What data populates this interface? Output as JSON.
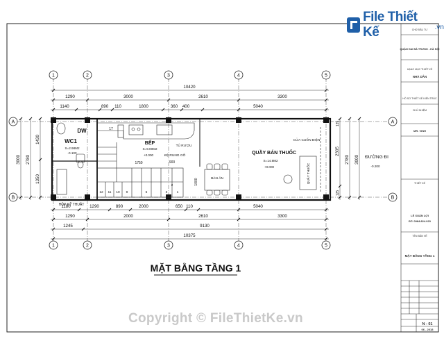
{
  "logo": {
    "brand": "File Thiết Kế",
    "suffix": ".vn"
  },
  "copyright": "Copyright © FileThietKe.vn",
  "drawing": {
    "title": "MẶT BẰNG TẦNG 1",
    "axes_vertical": [
      "1",
      "2",
      "3",
      "4",
      "5"
    ],
    "axes_horizontal": [
      "A",
      "B"
    ],
    "dims_top": {
      "overall": "10420",
      "row1": [
        "1290",
        "3000",
        "2610",
        "3300"
      ],
      "row2": [
        "1140",
        "890",
        "110",
        "1800",
        "360",
        "400",
        "5040"
      ]
    },
    "dims_bottom": {
      "row1": [
        "1180",
        "1290",
        "890",
        "2000",
        "650",
        "110",
        "2610",
        "5040",
        "3300"
      ],
      "row2": [
        "1245",
        "9130"
      ],
      "overall": "10375"
    },
    "dims_left": [
      "3000",
      "2780",
      "1430",
      "1350"
    ],
    "dims_right": [
      "2305",
      "2780",
      "3000",
      "135",
      "125"
    ],
    "rooms": {
      "wc": {
        "name": "WC1",
        "area": "S=2.98M2",
        "level": "-0.100"
      },
      "kitchen": {
        "name": "BẾP",
        "area": "S=9.00M2",
        "level": "+0.000"
      },
      "shop": {
        "name": "QUẦY BÁN THUỐC",
        "area": "S=14.8M2",
        "level": "+0.000"
      },
      "street": {
        "name": "ĐƯỜNG ĐI",
        "level": "-0.200"
      }
    },
    "labels": {
      "dw": "DW",
      "tu_ruou": "TỦ RƯỢU",
      "ke_rung_go": "KỆ RUNG GỖ",
      "ban_an": "BÀN ĂN",
      "cua_cuon": "CỬA CUỐN ĐIỆN",
      "quay_thuoc": "QUẦY THUỐC",
      "hop_ky_thuat": "HỘP KỸ THUẬT",
      "stair_17": "17",
      "stair_steps": [
        "12",
        "11",
        "10",
        "9",
        "5",
        "3",
        "2",
        "1"
      ],
      "dim_900": "900",
      "dim_1750": "1750",
      "dim_1000": "1000"
    }
  },
  "title_block": {
    "owner_label": "CHỦ ĐẦU TƯ",
    "owner": "QUẬN HAI BÀ TRƯNG - HÀ NỘI",
    "project_label": "HẠNG MỤC THIẾT KẾ",
    "project": "NHÀ DÂN",
    "design_label": "HỒ SƠ THIẾT KẾ KIẾN TRÚC",
    "stage_label": "CHỦ NHIỆM",
    "stage": "MR. VINH",
    "designer_label": "THIẾT KẾ",
    "designer": "LÊ XUÂN LỢI",
    "phone": "ĐT: 0984.824.023",
    "sheet_label": "TÊN BẢN VẼ",
    "sheet_title": "MẶT BẰNG TẦNG 1",
    "sheet_no": "N - 01",
    "date": "06 - 2018"
  }
}
